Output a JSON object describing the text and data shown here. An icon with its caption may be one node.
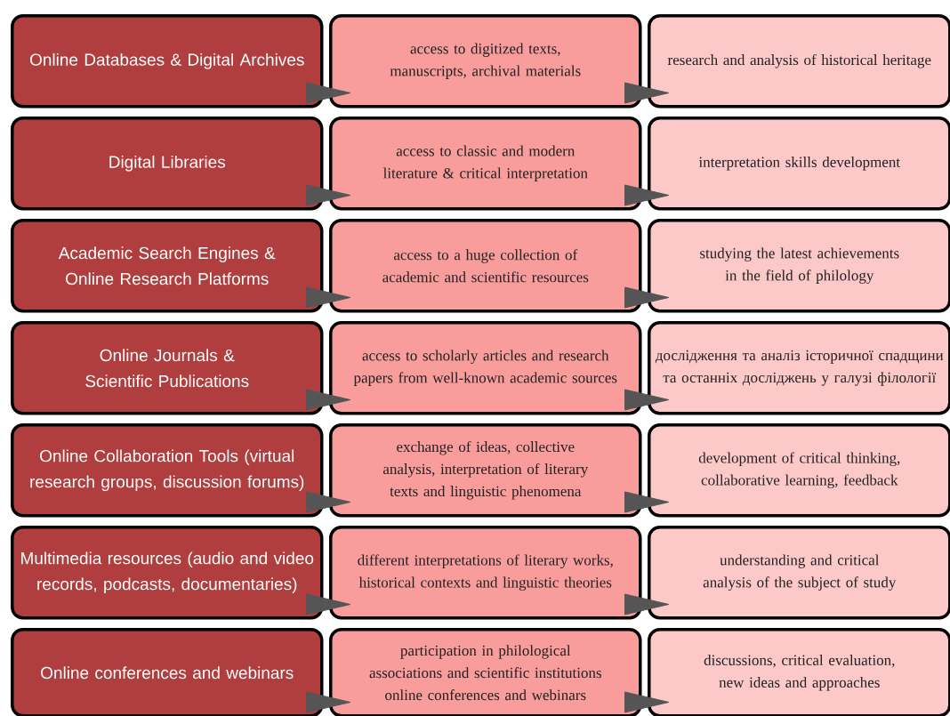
{
  "diagram": {
    "nodes": [
      {
        "text": [
          "Online Databases & Digital Archives"
        ]
      },
      {
        "text": [
          "access to digitized texts, manuscripts, archival materials"
        ]
      },
      {
        "text": [
          "research and analysis of historical heritage"
        ]
      },
      {
        "text": [
          "Digital Libraries"
        ]
      },
      {
        "text": [
          "access to classic and modern literature & critical interpretation"
        ]
      },
      {
        "text": [
          "interpretation skills development"
        ]
      },
      {
        "text": [
          "Academic Search Engines & Online Research Platforms"
        ]
      },
      {
        "text": [
          "access to a huge collection of academic and scientific resources"
        ]
      },
      {
        "text": [
          "studying the latest achievements in the field of philology"
        ]
      },
      {
        "text": [
          "Online Journals & Scientific Publications"
        ]
      },
      {
        "text": [
          "access to scholarly articles and research papers from well-known academic sources"
        ]
      },
      {
        "text": [
          "дослідження та аналіз історичної спадщини та останніх досліджень у галузі філології"
        ]
      },
      {
        "text": [
          "Online Collaboration Tools (virtual research groups, discussion forums)"
        ]
      },
      {
        "text": [
          "exchange of ideas, collective analysis, interpretation of literary texts and linguistic phenomena"
        ]
      },
      {
        "text": [
          "development of critical thinking, collaborative learning, feedback"
        ]
      },
      {
        "text": [
          "Multimedia resources (audio and video records, podcasts, documentaries)"
        ]
      },
      {
        "text": [
          "different interpretations of literary works, historical contexts and linguistic theories"
        ]
      },
      {
        "text": [
          "understanding and critical analysis of the subject of study"
        ]
      },
      {
        "text": [
          "Online conferences and webinars"
        ]
      },
      {
        "text": [
          "participation in philological associations and scientific institutions online conferences and webinars"
        ]
      },
      {
        "text": [
          "discussions, critical evaluation, new ideas and approaches"
        ]
      }
    ],
    "edges": [
      {
        "from": 0,
        "to": 1,
        "arrow": "to"
      },
      {
        "from": 1,
        "to": 2,
        "arrow": "to"
      },
      {
        "from": 3,
        "to": 4,
        "arrow": "to"
      },
      {
        "from": 4,
        "to": 5,
        "arrow": "to"
      },
      {
        "from": 6,
        "to": 7,
        "arrow": "to"
      },
      {
        "from": 7,
        "to": 8,
        "arrow": "to"
      },
      {
        "from": 9,
        "to": 10,
        "arrow": "to"
      },
      {
        "from": 10,
        "to": 11,
        "arrow": "to"
      },
      {
        "from": 12,
        "to": 13,
        "arrow": "to"
      },
      {
        "from": 13,
        "to": 14,
        "arrow": "to"
      },
      {
        "from": 15,
        "to": 16,
        "arrow": "to"
      },
      {
        "from": 16,
        "to": 17,
        "arrow": "to"
      },
      {
        "from": 18,
        "to": 19,
        "arrow": "to"
      },
      {
        "from": 19,
        "to": 20,
        "arrow": "to"
      }
    ]
  }
}
